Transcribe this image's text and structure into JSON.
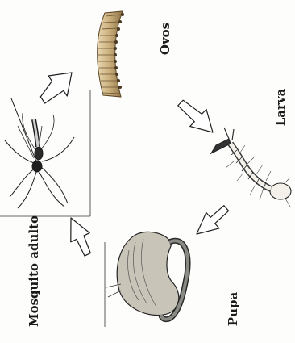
{
  "diagram": {
    "stages": {
      "eggs": {
        "label": "Ovos"
      },
      "larva": {
        "label": "Larva"
      },
      "pupa": {
        "label": "Pupa"
      },
      "adult": {
        "label": "Mosquito adulto"
      }
    },
    "arrows": [
      "eggs-to-larva",
      "larva-to-pupa",
      "pupa-to-adult",
      "adult-to-eggs"
    ],
    "colors": {
      "ink": "#1a1a1a",
      "egg": "#c9ae7a",
      "arrow": "#ffffff"
    }
  }
}
